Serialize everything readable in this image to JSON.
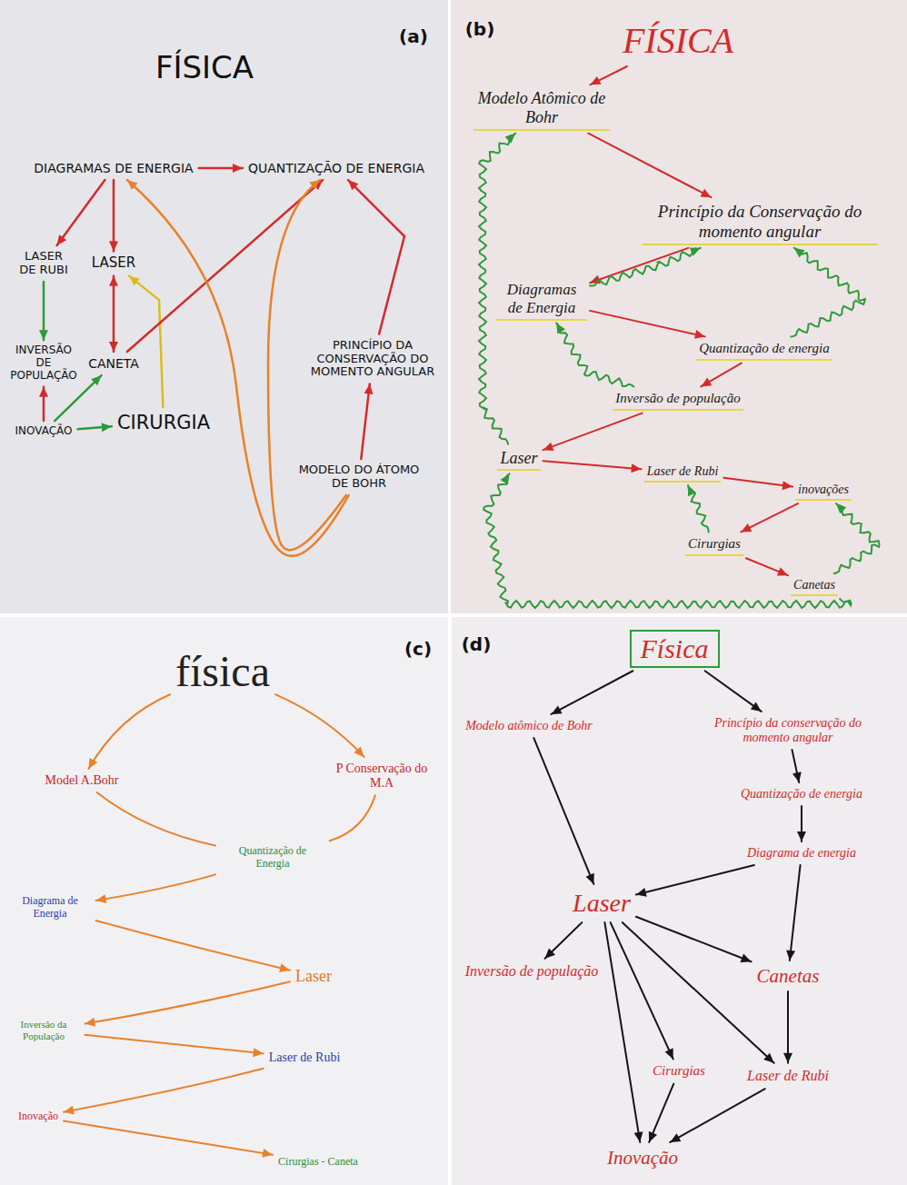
{
  "diagram": {
    "nodes": [
      {
        "text": [
          "(a)"
        ]
      },
      {
        "text": [
          "FÍSICA"
        ],
        "in": 0
      },
      {
        "text": [
          "DIAGRAMAS DE ENERGIA"
        ],
        "in": 0
      },
      {
        "text": [
          "QUANTIZAÇÃO DE ENERGIA"
        ],
        "in": 0
      },
      {
        "text": [
          "LASER DE RUBI"
        ],
        "in": 0
      },
      {
        "text": [
          "LASER"
        ],
        "in": 0
      },
      {
        "text": [
          "INVERSÃO DE POPULAÇÃO"
        ],
        "in": 0
      },
      {
        "text": [
          "CANETA"
        ],
        "in": 0
      },
      {
        "text": [
          "INOVAÇÃO"
        ],
        "in": 0
      },
      {
        "text": [
          "CIRURGIA"
        ],
        "in": 0
      },
      {
        "text": [
          "PRINCÍPIO DA CONSERVAÇÃO DO MOMENTO ANGULAR"
        ],
        "in": 0
      },
      {
        "text": [
          "MODELO DO ÁTOMO DE BOHR"
        ],
        "in": 0
      },
      {
        "text": [
          "(b)"
        ]
      },
      {
        "text": [
          "FÍSICA"
        ],
        "in": 12
      },
      {
        "text": [
          "Modelo Atômico de Bohr"
        ],
        "in": 12
      },
      {
        "text": [
          "Princípio da Conservação do momento angular"
        ],
        "in": 12
      },
      {
        "text": [
          "Diagramas de Energia"
        ],
        "in": 12
      },
      {
        "text": [
          "Quantização de energia"
        ],
        "in": 12
      },
      {
        "text": [
          "Inversão de população"
        ],
        "in": 12
      },
      {
        "text": [
          "Laser"
        ],
        "in": 12
      },
      {
        "text": [
          "Laser de Rubi"
        ],
        "in": 12
      },
      {
        "text": [
          "inovações"
        ],
        "in": 12
      },
      {
        "text": [
          "Cirurgias"
        ],
        "in": 12
      },
      {
        "text": [
          "Canetas"
        ],
        "in": 12
      },
      {
        "text": [
          "(c)"
        ]
      },
      {
        "text": [
          "física"
        ],
        "in": 24
      },
      {
        "text": [
          "Model A.Bohr"
        ],
        "in": 24
      },
      {
        "text": [
          "P Conservação do M.A"
        ],
        "in": 24
      },
      {
        "text": [
          "Quantização de Energia"
        ],
        "in": 24
      },
      {
        "text": [
          "Diagrama de Energia"
        ],
        "in": 24
      },
      {
        "text": [
          "Laser"
        ],
        "in": 24
      },
      {
        "text": [
          "Inversão da População"
        ],
        "in": 24
      },
      {
        "text": [
          "Laser de Rubi"
        ],
        "in": 24
      },
      {
        "text": [
          "Inovação"
        ],
        "in": 24
      },
      {
        "text": [
          "Cirurgias - Caneta"
        ],
        "in": 24
      },
      {
        "text": [
          "(d)"
        ]
      },
      {
        "text": [
          "Física"
        ],
        "in": 35
      },
      {
        "text": [
          "Modelo atômico de Bohr"
        ],
        "in": 35
      },
      {
        "text": [
          "Princípio da conservação do momento angular"
        ],
        "in": 35
      },
      {
        "text": [
          "Quantização de energia"
        ],
        "in": 35
      },
      {
        "text": [
          "Diagrama de energia"
        ],
        "in": 35
      },
      {
        "text": [
          "Laser"
        ],
        "in": 35
      },
      {
        "text": [
          "Inversão de população"
        ],
        "in": 35
      },
      {
        "text": [
          "Canetas"
        ],
        "in": 35
      },
      {
        "text": [
          "Cirurgias"
        ],
        "in": 35
      },
      {
        "text": [
          "Laser de Rubi"
        ],
        "in": 35
      },
      {
        "text": [
          "Inovação"
        ],
        "in": 35
      }
    ],
    "edges": [
      {
        "from": 2,
        "to": 3,
        "arrow": "to"
      },
      {
        "from": 2,
        "to": 4,
        "arrow": "to"
      },
      {
        "from": 2,
        "to": 5,
        "arrow": "to"
      },
      {
        "from": 4,
        "to": 6,
        "arrow": "to"
      },
      {
        "from": 7,
        "to": 5,
        "arrow": "both"
      },
      {
        "from": 8,
        "to": 6,
        "arrow": "to"
      },
      {
        "from": 8,
        "to": 7,
        "arrow": "to"
      },
      {
        "from": 8,
        "to": 9,
        "arrow": "to"
      },
      {
        "from": 9,
        "to": 5,
        "arrow": "to"
      },
      {
        "from": 7,
        "to": 3,
        "arrow": "to"
      },
      {
        "from": 11,
        "to": 2,
        "arrow": "to"
      },
      {
        "from": 11,
        "to": 3,
        "arrow": "to"
      },
      {
        "from": 11,
        "to": 10,
        "arrow": "to"
      },
      {
        "from": 10,
        "to": 3,
        "arrow": "to"
      },
      {
        "from": 13,
        "to": 14,
        "arrow": "to"
      },
      {
        "from": 14,
        "to": 15,
        "arrow": "to"
      },
      {
        "from": 15,
        "to": 16,
        "arrow": "to"
      },
      {
        "from": 16,
        "to": 17,
        "arrow": "to"
      },
      {
        "from": 17,
        "to": 18,
        "arrow": "to"
      },
      {
        "from": 18,
        "to": 19,
        "arrow": "to"
      },
      {
        "from": 19,
        "to": 20,
        "arrow": "to"
      },
      {
        "from": 20,
        "to": 21,
        "arrow": "to"
      },
      {
        "from": 21,
        "to": 22,
        "arrow": "to"
      },
      {
        "from": 22,
        "to": 23,
        "arrow": "to"
      },
      {
        "from": 19,
        "to": 14,
        "arrow": "to"
      },
      {
        "from": 16,
        "to": 15,
        "arrow": "to"
      },
      {
        "from": 17,
        "to": 15,
        "arrow": "to"
      },
      {
        "from": 18,
        "to": 16,
        "arrow": "to"
      },
      {
        "from": 23,
        "to": 19,
        "arrow": "to"
      },
      {
        "from": 22,
        "to": 20,
        "arrow": "to"
      },
      {
        "from": 23,
        "to": 21,
        "arrow": "to"
      },
      {
        "from": 25,
        "to": 26,
        "arrow": "to"
      },
      {
        "from": 25,
        "to": 27,
        "arrow": "to"
      },
      {
        "from": 26,
        "to": 28,
        "arrow": "none"
      },
      {
        "from": 27,
        "to": 28,
        "arrow": "none"
      },
      {
        "from": 28,
        "to": 29,
        "arrow": "to"
      },
      {
        "from": 29,
        "to": 30,
        "arrow": "to"
      },
      {
        "from": 30,
        "to": 31,
        "arrow": "to"
      },
      {
        "from": 31,
        "to": 32,
        "arrow": "to"
      },
      {
        "from": 32,
        "to": 33,
        "arrow": "to"
      },
      {
        "from": 33,
        "to": 34,
        "arrow": "to"
      },
      {
        "from": 36,
        "to": 37,
        "arrow": "to"
      },
      {
        "from": 36,
        "to": 38,
        "arrow": "to"
      },
      {
        "from": 38,
        "to": 39,
        "arrow": "to"
      },
      {
        "from": 39,
        "to": 40,
        "arrow": "to"
      },
      {
        "from": 40,
        "to": 41,
        "arrow": "to"
      },
      {
        "from": 40,
        "to": 43,
        "arrow": "to"
      },
      {
        "from": 37,
        "to": 41,
        "arrow": "to"
      },
      {
        "from": 41,
        "to": 42,
        "arrow": "to"
      },
      {
        "from": 41,
        "to": 43,
        "arrow": "to"
      },
      {
        "from": 41,
        "to": 44,
        "arrow": "to"
      },
      {
        "from": 41,
        "to": 45,
        "arrow": "to"
      },
      {
        "from": 41,
        "to": 46,
        "arrow": "to"
      },
      {
        "from": 43,
        "to": 45,
        "arrow": "to"
      },
      {
        "from": 44,
        "to": 46,
        "arrow": "to"
      },
      {
        "from": 45,
        "to": 46,
        "arrow": "to"
      }
    ]
  }
}
